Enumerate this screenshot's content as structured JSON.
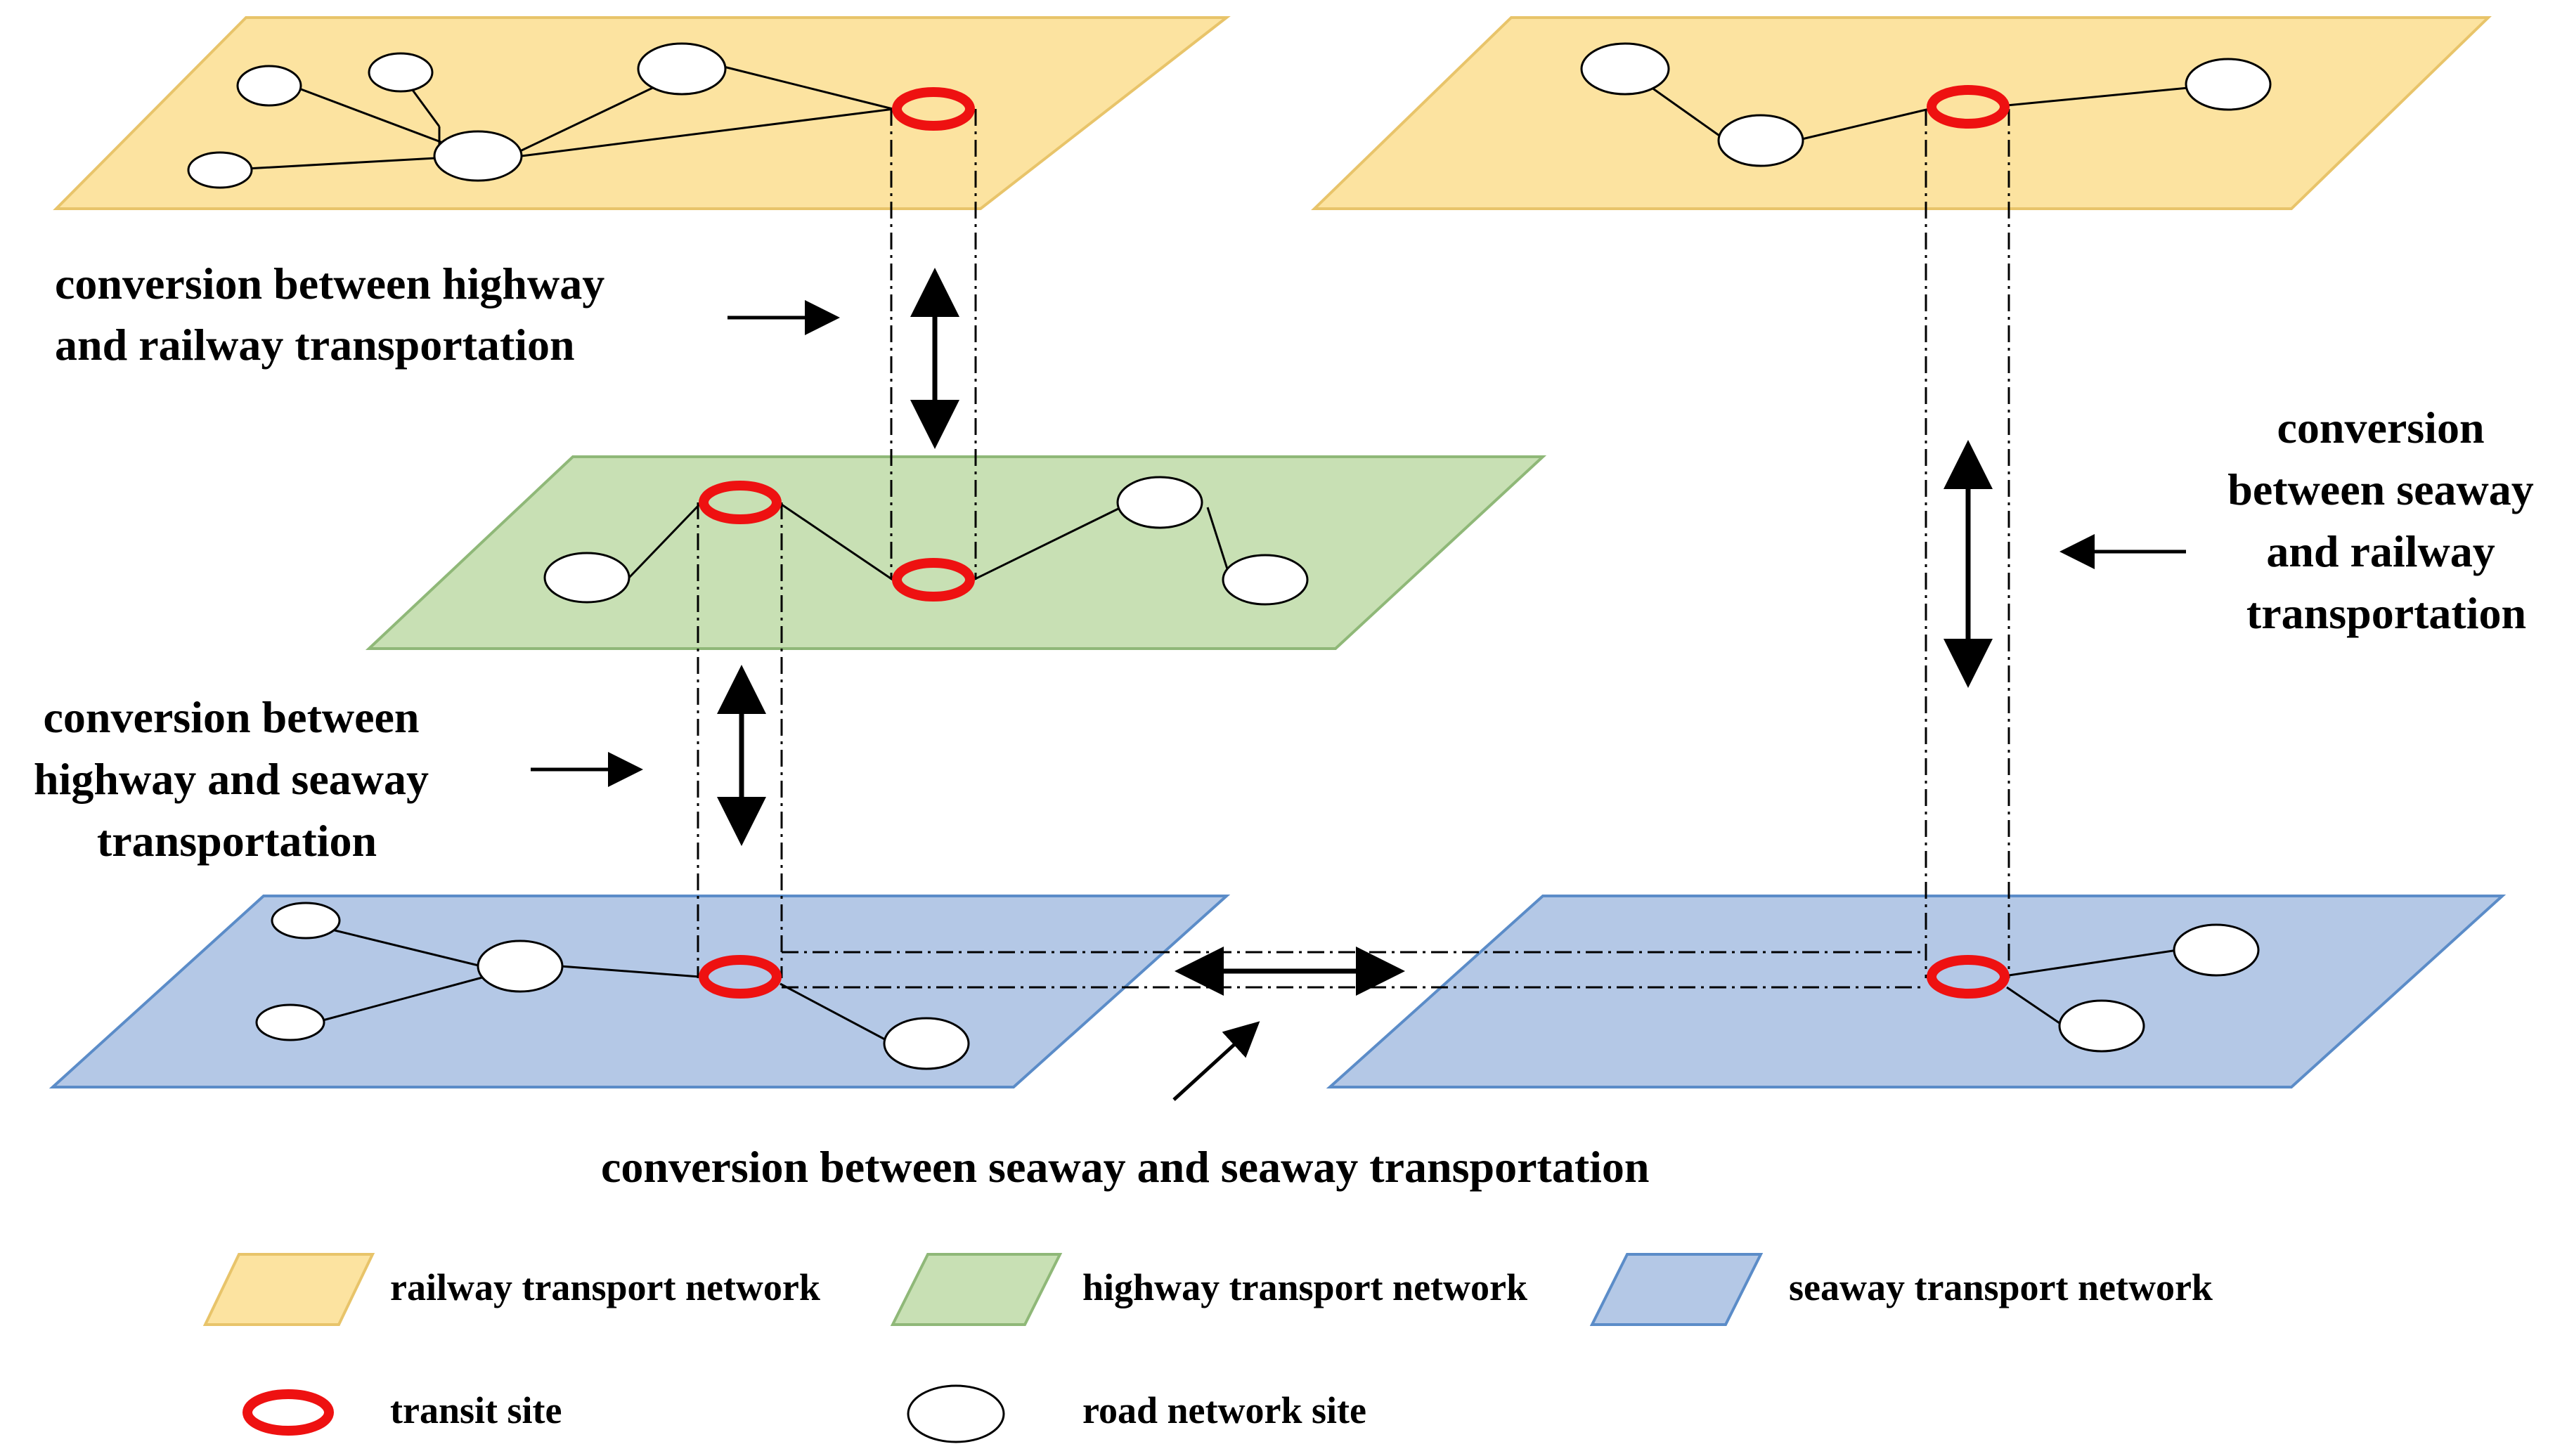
{
  "colors": {
    "railway_fill": "#FCE3A0",
    "railway_stroke": "#E8C46A",
    "highway_fill": "#C8E0B4",
    "highway_stroke": "#8FB878",
    "seaway_fill": "#B4C8E6",
    "seaway_stroke": "#5B8CC8",
    "transit_ring": "#EE1111"
  },
  "annotations": {
    "highway_railway": [
      "conversion between highway",
      "and railway transportation"
    ],
    "highway_seaway": [
      "conversion between",
      "highway and seaway",
      "transportation"
    ],
    "seaway_railway": [
      "conversion",
      "between seaway",
      "and railway",
      "transportation"
    ],
    "seaway_seaway": "conversion between seaway and seaway transportation"
  },
  "legend": {
    "railway": "railway transport network",
    "highway": "highway transport network",
    "seaway": "seaway transport network",
    "transit": "transit site",
    "road": "road network site"
  }
}
